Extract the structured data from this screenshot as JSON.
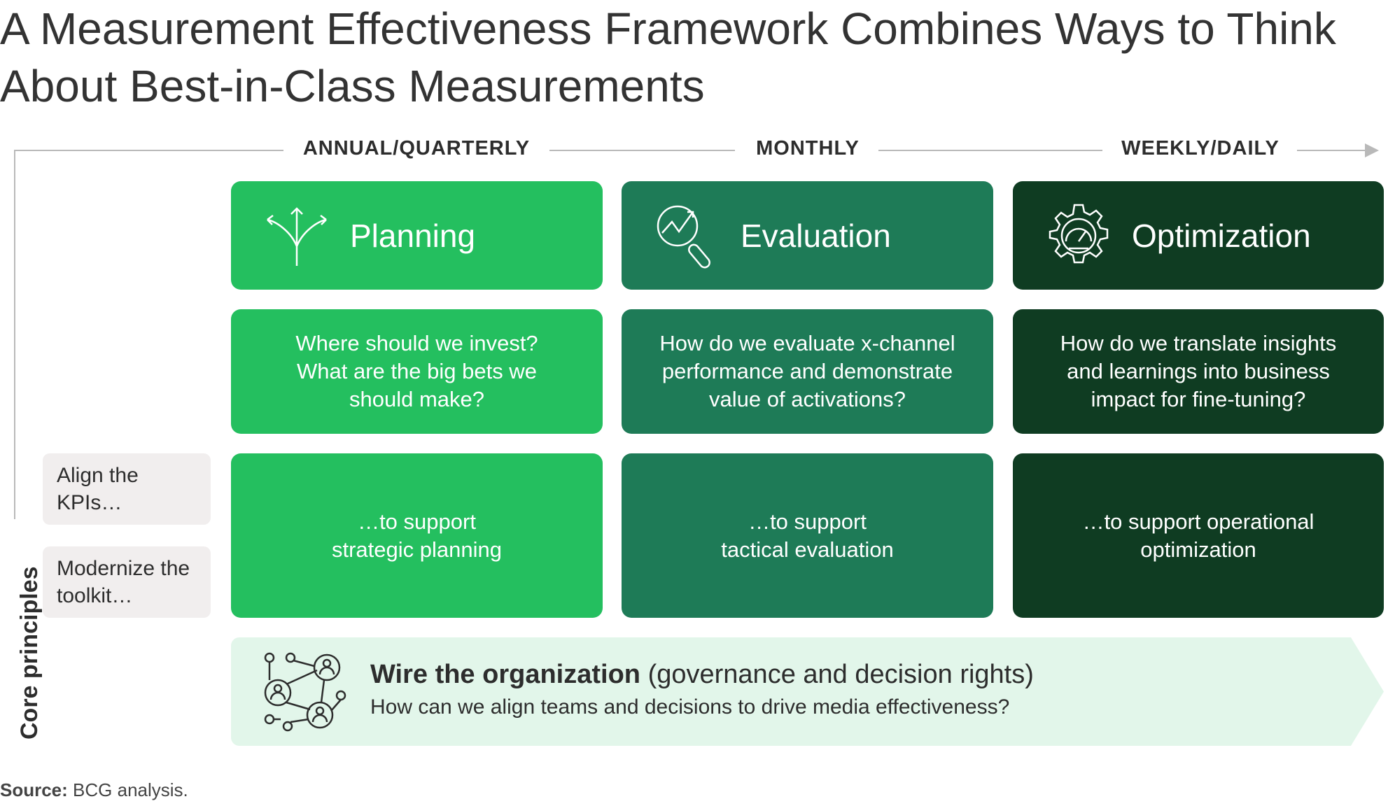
{
  "title": "A Measurement Effectiveness Framework Combines Ways to Think About Best-in-Class Measurements",
  "periods": [
    "ANNUAL/QUARTERLY",
    "MONTHLY",
    "WEEKLY/DAILY"
  ],
  "columns": [
    {
      "heading": "Planning",
      "icon": "diverging-arrows-icon",
      "question": "Where should we invest? What are the big bets we should make?",
      "support": "…to support strategic planning",
      "color": "#24bf5f"
    },
    {
      "heading": "Evaluation",
      "icon": "magnifier-chart-icon",
      "question": "How do we evaluate x-channel performance and demonstrate value of activations?",
      "support": "…to support tactical evaluation",
      "color": "#1e7b57"
    },
    {
      "heading": "Optimization",
      "icon": "gear-gauge-icon",
      "question": "How do we translate insights and learnings into business impact for fine-tuning?",
      "support": "…to support operational optimization",
      "color": "#0f3c22"
    }
  ],
  "core_label": "Core principles",
  "principles": [
    "Align the KPIs…",
    "Modernize the toolkit…"
  ],
  "banner": {
    "bold": "Wire the organization",
    "rest": "(governance and decision rights)",
    "question": "How can we align teams and decisions to drive media effectiveness?"
  },
  "source": {
    "label": "Source:",
    "text": "BCG analysis."
  }
}
